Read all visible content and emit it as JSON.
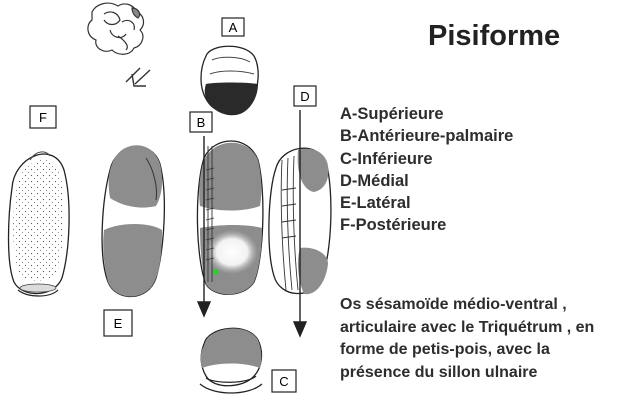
{
  "title": "Pisiforme",
  "view_labels": {
    "a": "A",
    "b": "B",
    "c": "C",
    "d": "D",
    "e": "E",
    "f": "F"
  },
  "legend": [
    "A-Supérieure",
    "B-Antérieure-palmaire",
    "C-Inférieure",
    "D-Médial",
    "E-Latéral",
    "F-Postérieure"
  ],
  "description_lines": [
    "Os sésamoïde médio-ventral ,",
    "articulaire avec le Triquétrum , en",
    "forme de petis-pois, avec la",
    "présence du sillon ulnaire"
  ]
}
